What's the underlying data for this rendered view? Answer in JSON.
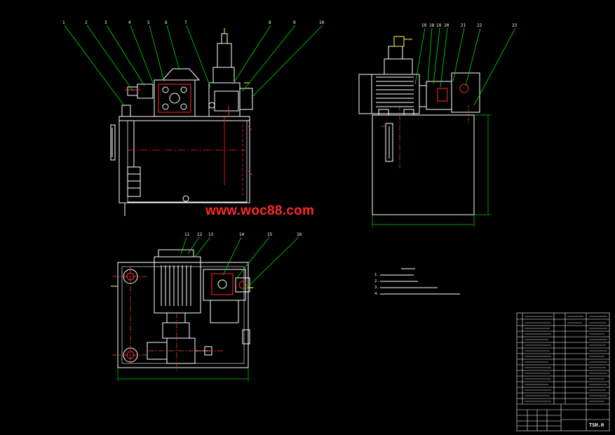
{
  "watermark": "www.woc88.com",
  "balloons_front": [
    "1",
    "2",
    "3",
    "4",
    "5",
    "6",
    "7",
    "8",
    "9",
    "10"
  ],
  "balloons_side": [
    "19",
    "18",
    "19",
    "20",
    "21",
    "22",
    "23"
  ],
  "balloons_top": [
    "11",
    "12",
    "13",
    "14",
    "15",
    "16"
  ],
  "dims": {
    "front_width": "",
    "side_width": "",
    "side_height": "",
    "top_width": ""
  },
  "notes": {
    "title": "",
    "lines": [
      "1.",
      "2.",
      "3.",
      "4."
    ]
  },
  "title_block": {
    "drawing_code": "TSH.H",
    "part_name": ""
  },
  "colors": {
    "line": "#ffffff",
    "red": "#ff2a2a",
    "yellow": "#ffff33",
    "leader": "#00e000",
    "dim": "#00d000",
    "magenta": "#ff33ff",
    "center": "#ff4040"
  }
}
